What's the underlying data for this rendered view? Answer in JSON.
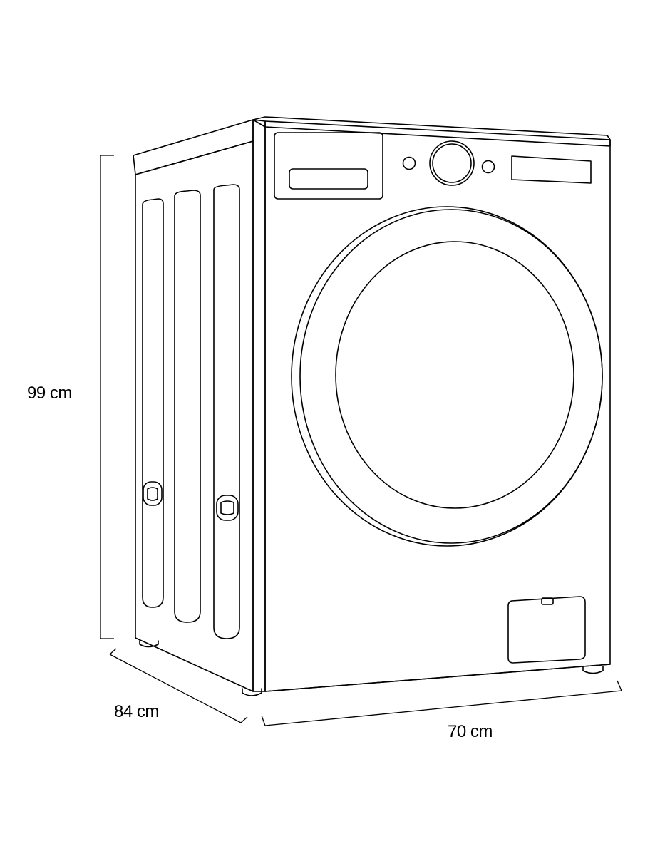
{
  "dimensions": {
    "height": "99 cm",
    "depth": "84 cm",
    "width": "70 cm"
  },
  "colors": {
    "line": "#000000",
    "background": "#ffffff"
  }
}
